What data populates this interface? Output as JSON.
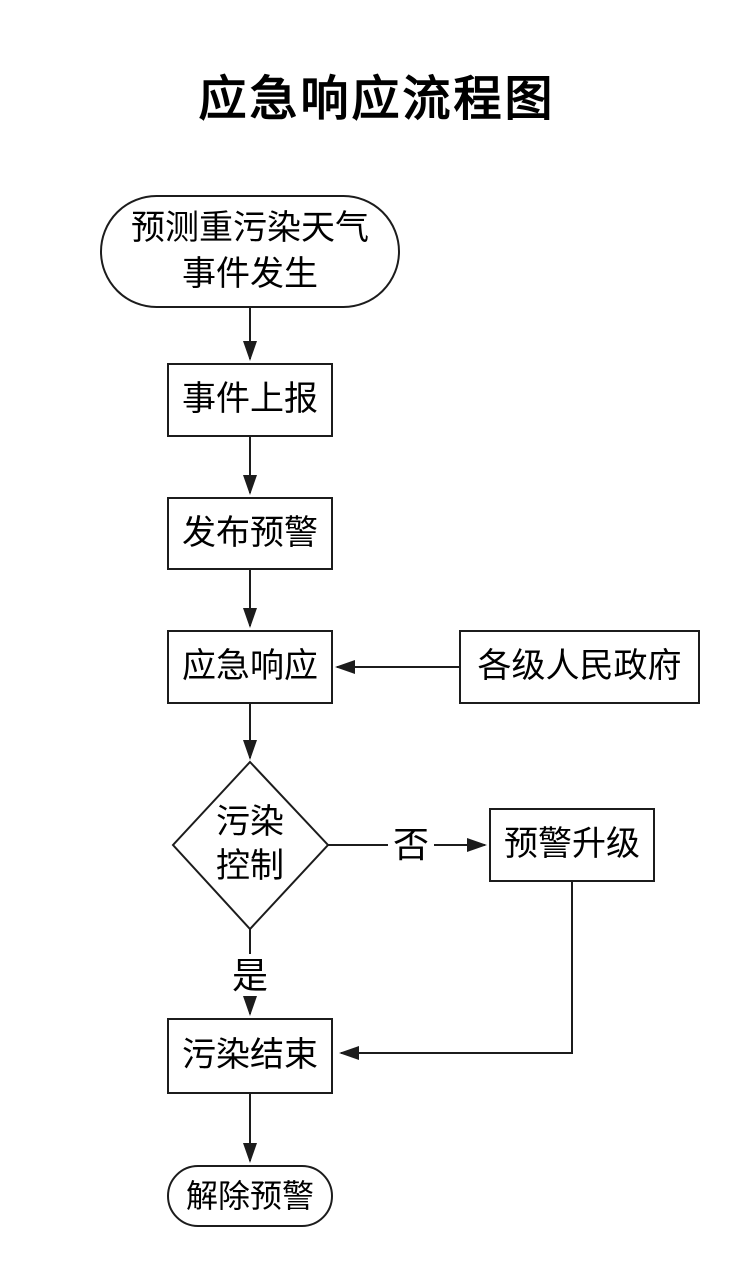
{
  "page": {
    "title": "应急响应流程图"
  },
  "colors": {
    "stroke": "#1c1c1c",
    "text": "#000000",
    "background": "#ffffff"
  },
  "nodes": {
    "start": {
      "type": "terminator",
      "line1": "预测重污染天气",
      "line2": "事件发生"
    },
    "report": {
      "type": "process",
      "label": "事件上报"
    },
    "publish_warning": {
      "type": "process",
      "label": "发布预警"
    },
    "emergency_response": {
      "type": "process",
      "label": "应急响应"
    },
    "governments": {
      "type": "process",
      "label": "各级人民政府"
    },
    "pollution_control": {
      "type": "decision",
      "line1": "污染",
      "line2": "控制"
    },
    "warning_upgrade": {
      "type": "process",
      "label": "预警升级"
    },
    "pollution_end": {
      "type": "process",
      "label": "污染结束"
    },
    "lift_warning": {
      "type": "terminator",
      "label": "解除预警"
    }
  },
  "edge_labels": {
    "no": "否",
    "yes": "是"
  }
}
